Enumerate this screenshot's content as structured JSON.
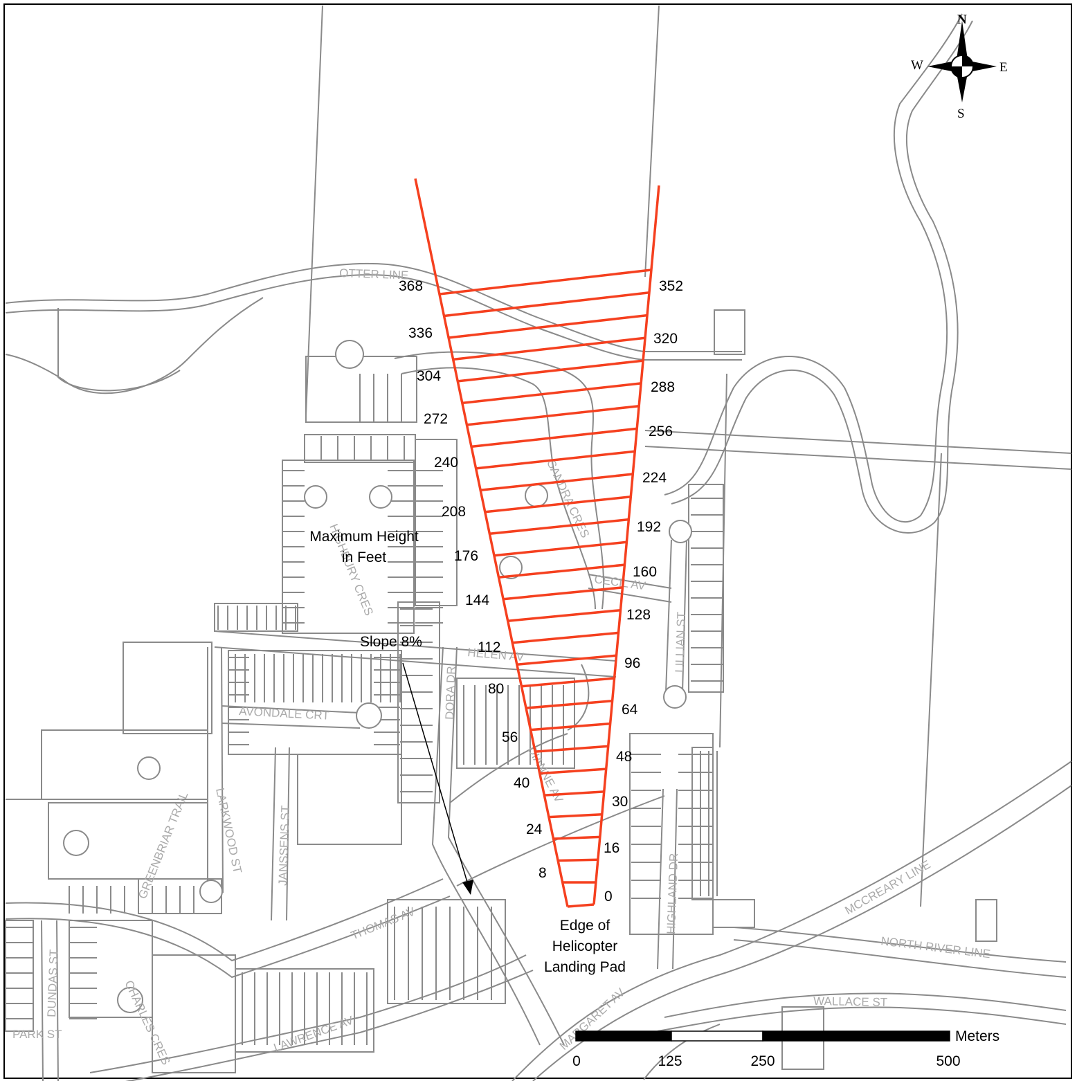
{
  "streets": {
    "otter_line": "OTTER LINE",
    "sandra_cres": "SANDRA CRES",
    "cecil_av": "CECIL AV",
    "lillian_st": "LILLIAN ST",
    "helen_av": "HELEN AV",
    "dora_dr": "DORA DR",
    "dianne_av": "DIANNE AV",
    "avondale_crt": "AVONDALE CRT",
    "highbury_cres": "HIGHBURY CRES",
    "greenbriar_trail": "GREENBRIAR TRAIL",
    "larkwood_st": "LARKWOOD ST",
    "janssens_st": "JANSSENS ST",
    "highland_dr": "HIGHLAND DR",
    "thomas_av": "THOMAS AV",
    "mccreary_line": "MCCREARY LINE",
    "north_river_line": "NORTH RIVER LINE",
    "wallace_st": "WALLACE ST",
    "margaret_av": "MARGARET AV",
    "lawrence_av": "LAWRENCE AV",
    "charles_cres": "CHARLES CRES",
    "dundas_st": "DUNDAS ST",
    "park_st": "PARK ST"
  },
  "heights_left": [
    "368",
    "336",
    "304",
    "272",
    "240",
    "208",
    "176",
    "144",
    "112",
    "80",
    "56",
    "40",
    "24",
    "8"
  ],
  "heights_right": [
    "352",
    "320",
    "288",
    "256",
    "224",
    "192",
    "160",
    "128",
    "96",
    "64",
    "48",
    "30",
    "16",
    "0"
  ],
  "annotations": {
    "max_height_line1": "Maximum Height",
    "max_height_line2": "in Feet",
    "slope": "Slope 8%",
    "pad_line1": "Edge of",
    "pad_line2": "Helicopter",
    "pad_line3": "Landing Pad"
  },
  "compass": {
    "n": "N",
    "s": "S",
    "e": "E",
    "w": "W"
  },
  "scale": {
    "unit": "Meters",
    "ticks": [
      "0",
      "125",
      "250",
      "500"
    ]
  },
  "colors": {
    "approach_surface": "#f5401f",
    "roads": "#8a8a8a",
    "street_labels": "#aaaaaa"
  }
}
